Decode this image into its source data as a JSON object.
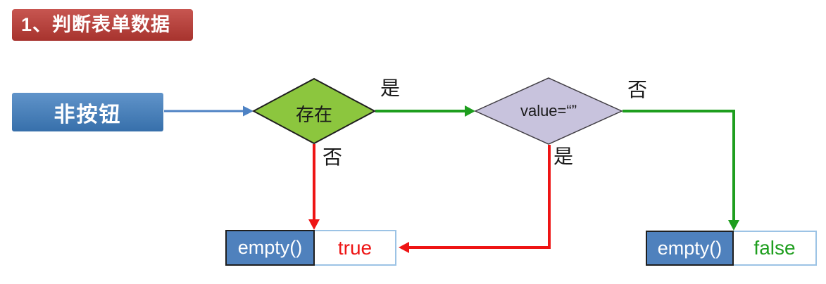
{
  "title": {
    "label": "1、判断表单数据"
  },
  "nodes": {
    "start": {
      "label": "非按钮"
    },
    "exists_diamond": {
      "label": "存在"
    },
    "value_diamond": {
      "label": "value=“”"
    },
    "result_true": {
      "func_label": "empty()",
      "value_label": "true"
    },
    "result_false": {
      "func_label": "empty()",
      "value_label": "false"
    }
  },
  "edge_labels": {
    "exists_yes": "是",
    "exists_no": "否",
    "value_no": "否",
    "value_yes": "是"
  },
  "colors": {
    "banner_red": "#be3a34",
    "box_blue": "#3d7cbe",
    "arrow_blue": "#4e82c4",
    "arrow_green": "#1e9e1e",
    "arrow_red": "#ee1414",
    "diamond_green": "#8cc63e",
    "diamond_purple": "#c8c3dd",
    "cell_blue": "#4f81bd",
    "cell_border_light": "#9cc3e5",
    "true_text": "#ee1414",
    "false_text": "#1e9e1e"
  }
}
